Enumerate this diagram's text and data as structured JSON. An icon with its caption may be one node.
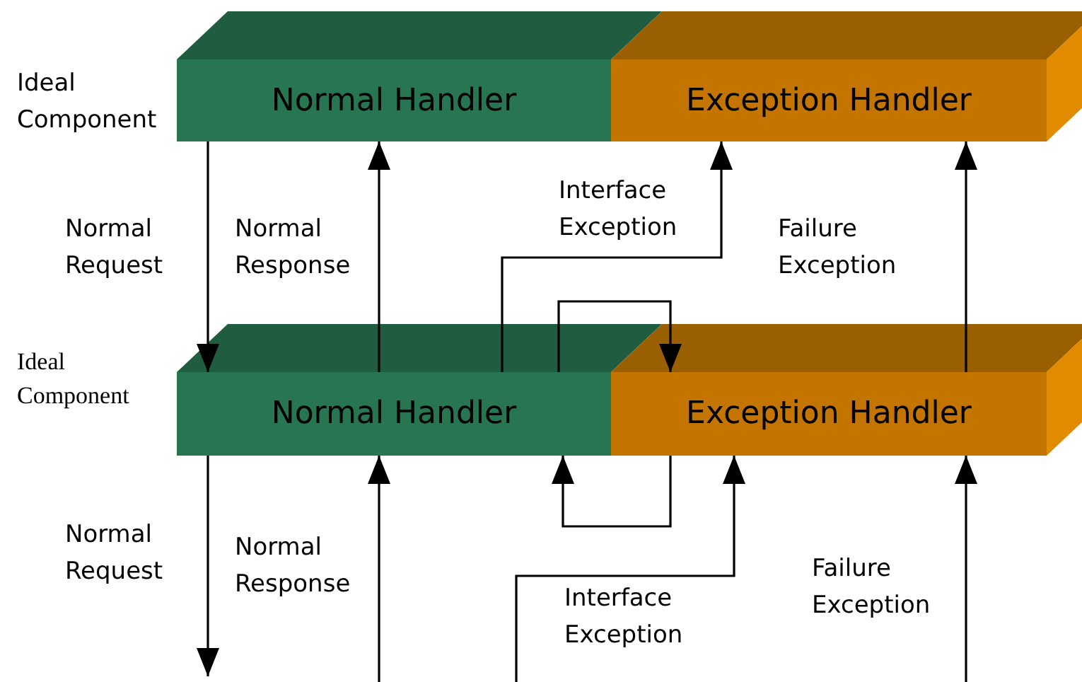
{
  "diagram": {
    "nodes": [
      {
        "text": [
          "Normal Handler"
        ],
        "beside": [
          "Ideal Component"
        ]
      },
      {
        "text": [
          "Exception Handler"
        ]
      },
      {
        "text": [
          "Normal Handler"
        ],
        "beside": [
          "Ideal Component"
        ]
      },
      {
        "text": [
          "Exception Handler"
        ]
      }
    ],
    "edges": [
      {
        "from": 0,
        "to": 2,
        "arrow": "to",
        "label": "Normal Request"
      },
      {
        "from": 2,
        "to": 0,
        "arrow": "to",
        "label": "Normal Response"
      },
      {
        "from": 2,
        "to": 1,
        "arrow": "to",
        "label": "Interface Exception"
      },
      {
        "from": 2,
        "to": 3,
        "arrow": "to"
      },
      {
        "from": 3,
        "to": 1,
        "arrow": "to",
        "label": "Failure Exception"
      },
      {
        "from": 2,
        "to": null,
        "arrow": "to",
        "label": "Normal Request"
      },
      {
        "from": null,
        "to": 2,
        "arrow": "to",
        "label": "Normal Response"
      },
      {
        "from": 3,
        "to": 2,
        "arrow": "to"
      },
      {
        "from": null,
        "to": 3,
        "arrow": "to",
        "label": "Interface Exception"
      },
      {
        "from": null,
        "to": 3,
        "arrow": "to",
        "label": "Failure Exception"
      }
    ]
  }
}
